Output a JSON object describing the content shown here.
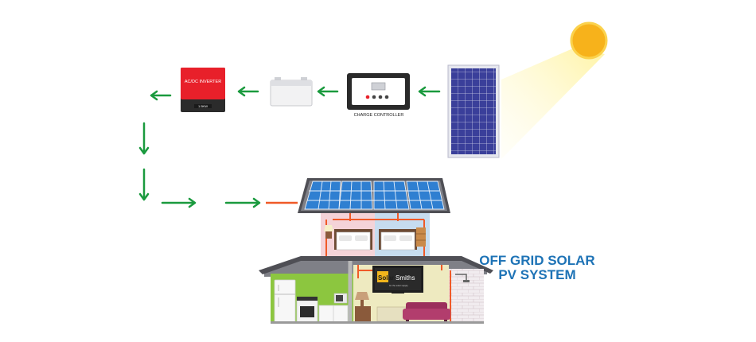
{
  "labels": {
    "inverter_name": "AC/DC INVERTER",
    "inverter_rating": "1.5KW",
    "charge_controller": "CHARGE CONTROLLER",
    "title_line1": "OFF GRID SOLAR",
    "title_line2": "PV SYSTEM",
    "tv_brand_part1": "Solar",
    "tv_brand_part2": "Smiths",
    "tv_tagline": "for the solar supply"
  },
  "colors": {
    "arrow_green": "#1a9a3e",
    "wire_orange": "#f05a28",
    "inverter_red": "#e8202a",
    "inverter_dark": "#2b2b2b",
    "panel_blue": "#3a3f9a",
    "roof_panel_blue": "#2f7fd1",
    "sun": "#f7b21b",
    "title_blue": "#1e73b6",
    "kitchen_green": "#8cc63f",
    "living_cream": "#eeeac0",
    "bedroom_pink": "#f4d3d8",
    "bedroom_blue": "#c6dcef"
  },
  "icons": [
    "sun-icon",
    "solar-panel-icon",
    "charge-controller-icon",
    "battery-icon",
    "inverter-icon",
    "house-icon",
    "tv-icon",
    "bed-icon",
    "sofa-icon",
    "fridge-icon",
    "stove-icon",
    "lamp-icon"
  ]
}
